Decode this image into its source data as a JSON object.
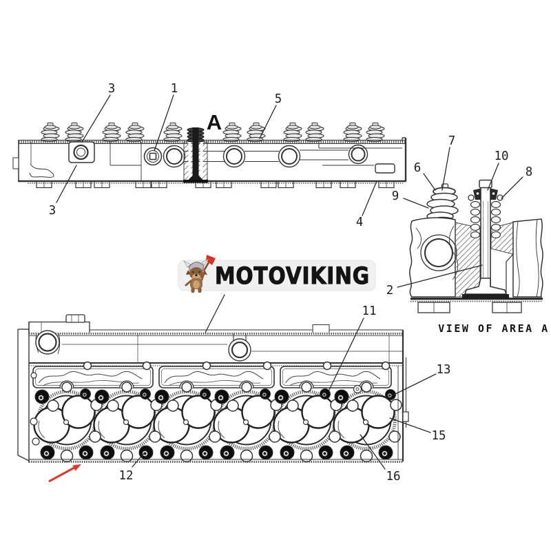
{
  "page": {
    "background": "#ffffff",
    "subject": "Engine cylinder head parts diagram"
  },
  "brand": {
    "name": "MOTOVIKING",
    "badge_bg": "#f0f0f0",
    "text_color": "#141414",
    "mascot": "viking-dog-with-axe",
    "mascot_colors": {
      "fur": "#8a5d3b",
      "fur_light": "#caa36e",
      "helmet": "#b7bac0",
      "axe": "#dd2f23"
    }
  },
  "diagram": {
    "ink": "#2e2e2e",
    "area_label": "A",
    "detail_caption": "VIEW OF AREA A",
    "red_arrow_color": "#e2382b",
    "callouts": [
      {
        "id": "3-top",
        "label": "3"
      },
      {
        "id": "1",
        "label": "1"
      },
      {
        "id": "5",
        "label": "5"
      },
      {
        "id": "3-bottom",
        "label": "3"
      },
      {
        "id": "4",
        "label": "4"
      },
      {
        "id": "6",
        "label": "6"
      },
      {
        "id": "7",
        "label": "7"
      },
      {
        "id": "9",
        "label": "9"
      },
      {
        "id": "10",
        "label": "10"
      },
      {
        "id": "8",
        "label": "8"
      },
      {
        "id": "2",
        "label": "2"
      },
      {
        "id": "11",
        "label": "11"
      },
      {
        "id": "13",
        "label": "13"
      },
      {
        "id": "15",
        "label": "15"
      },
      {
        "id": "16",
        "label": "16"
      },
      {
        "id": "12",
        "label": "12"
      }
    ]
  }
}
